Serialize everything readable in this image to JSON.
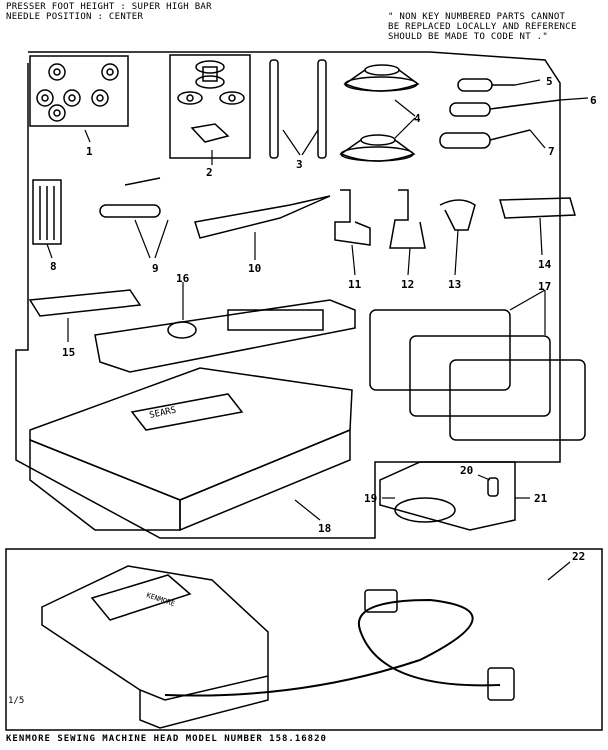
{
  "header": {
    "line1": "PRESSER FOOT HEIGHT : SUPER HIGH BAR",
    "line2": "NEEDLE POSITION : CENTER"
  },
  "note": {
    "line1": "\" NON KEY NUMBERED PARTS CANNOT",
    "line2": "BE REPLACED LOCALLY AND REFERENCE",
    "line3": "SHOULD BE MADE TO CODE NT .\""
  },
  "page_code": "1/5",
  "footer": "KENMORE SEWING MACHINE HEAD MODEL NUMBER 158.16820",
  "brand_on_case": "SEARS",
  "brand_on_pedal": "KENMORE",
  "callouts": [
    "1",
    "2",
    "3",
    "4",
    "5",
    "6",
    "7",
    "8",
    "9",
    "10",
    "11",
    "12",
    "13",
    "14",
    "15",
    "16",
    "17",
    "18",
    "19",
    "20",
    "21",
    "22"
  ]
}
